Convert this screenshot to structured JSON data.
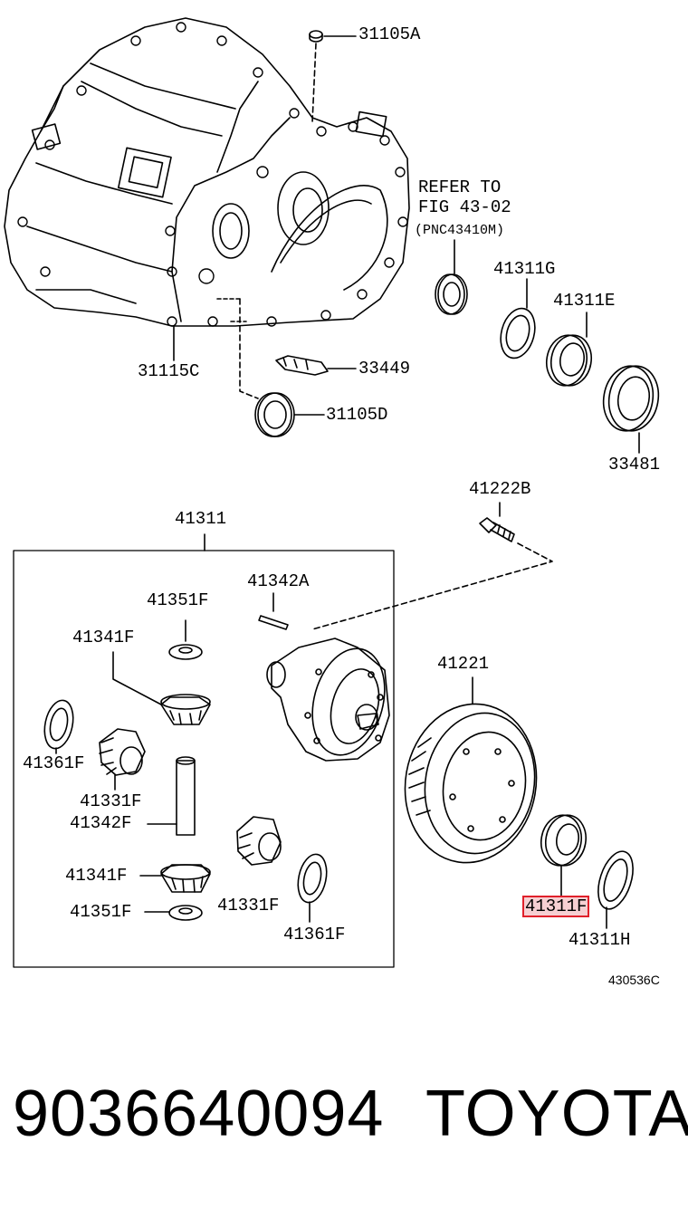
{
  "diagram": {
    "labels": {
      "p31105A": "31105A",
      "refer_line1": "REFER TO",
      "refer_line2": "FIG 43-02",
      "refer_line3": "(PNC43410M)",
      "p41311G": "41311G",
      "p41311E": "41311E",
      "p31115C": "31115C",
      "p33449": "33449",
      "p31105D": "31105D",
      "p33481": "33481",
      "p41222B": "41222B",
      "p41311": "41311",
      "p41342A": "41342A",
      "p41351F_top": "41351F",
      "p41341F_top": "41341F",
      "p41221": "41221",
      "p41361F_left": "41361F",
      "p41331F_top": "41331F",
      "p41342F": "41342F",
      "p41341F_bot": "41341F",
      "p41351F_bot": "41351F",
      "p41331F_bot": "41331F",
      "p41361F_bot": "41361F",
      "p41311F_highlight": "41311F",
      "p41311H": "41311H"
    },
    "figure_code": "430536C",
    "highlight_color": "#e0202a"
  },
  "footer": {
    "part_number": "9036640094",
    "brand": "TOYOTA"
  }
}
